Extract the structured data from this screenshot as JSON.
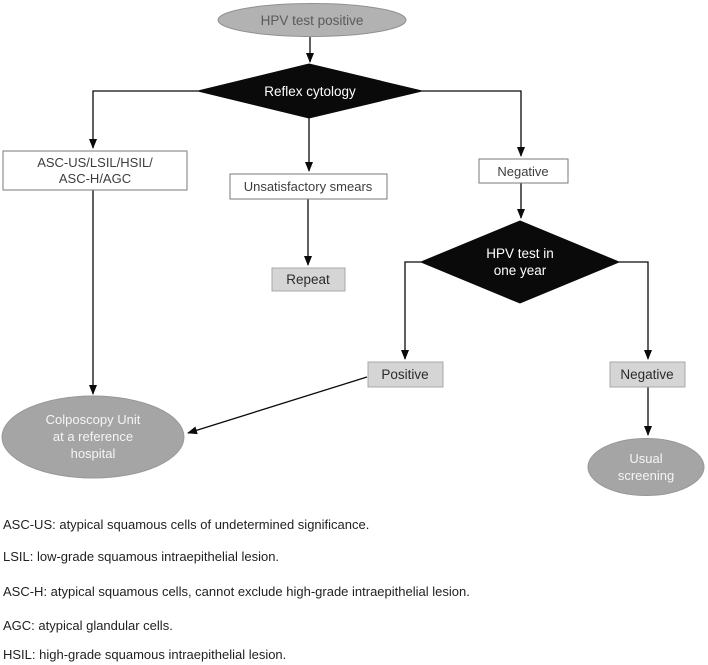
{
  "colors": {
    "background": "#ffffff",
    "start_ellipse_fill": "#b2b2b2",
    "start_ellipse_text": "#5a5a5a",
    "result_ellipse_fill": "#a5a5a5",
    "result_ellipse_text": "#f5f5f5",
    "decision_fill": "#0a0a0a",
    "decision_text": "#ffffff",
    "white_box_fill": "#ffffff",
    "white_box_border": "#7a7a7a",
    "gray_box_fill": "#d5d5d5",
    "gray_box_border": "#a8a8a8",
    "box_text": "#3d3d3d",
    "connector": "#0a0a0a",
    "legend_text": "#1f1f1f"
  },
  "nodes": {
    "start": {
      "label": "HPV test positive"
    },
    "reflex_cytology": {
      "label": "Reflex cytology"
    },
    "abnormal_cytology": {
      "line1": "ASC-US/LSIL/HSIL/",
      "line2": "ASC-H/AGC"
    },
    "unsatisfactory": {
      "label": "Unsatisfactory smears"
    },
    "repeat": {
      "label": "Repeat"
    },
    "negative_cytology": {
      "label": "Negative"
    },
    "hpv_one_year": {
      "line1": "HPV test in",
      "line2": "one year"
    },
    "positive_result": {
      "label": "Positive"
    },
    "negative_result": {
      "label": "Negative"
    },
    "colposcopy": {
      "line1": "Colposcopy Unit",
      "line2": "at a reference",
      "line3": "hospital"
    },
    "usual_screening": {
      "line1": "Usual",
      "line2": "screening"
    }
  },
  "legend": {
    "lines": [
      "ASC-US: atypical squamous cells of undetermined significance.",
      "LSIL: low-grade squamous intraepithelial lesion.",
      "ASC-H: atypical squamous cells, cannot exclude high-grade intraepithelial lesion.",
      "AGC: atypical glandular cells.",
      "HSIL: high-grade squamous intraepithelial lesion."
    ]
  }
}
